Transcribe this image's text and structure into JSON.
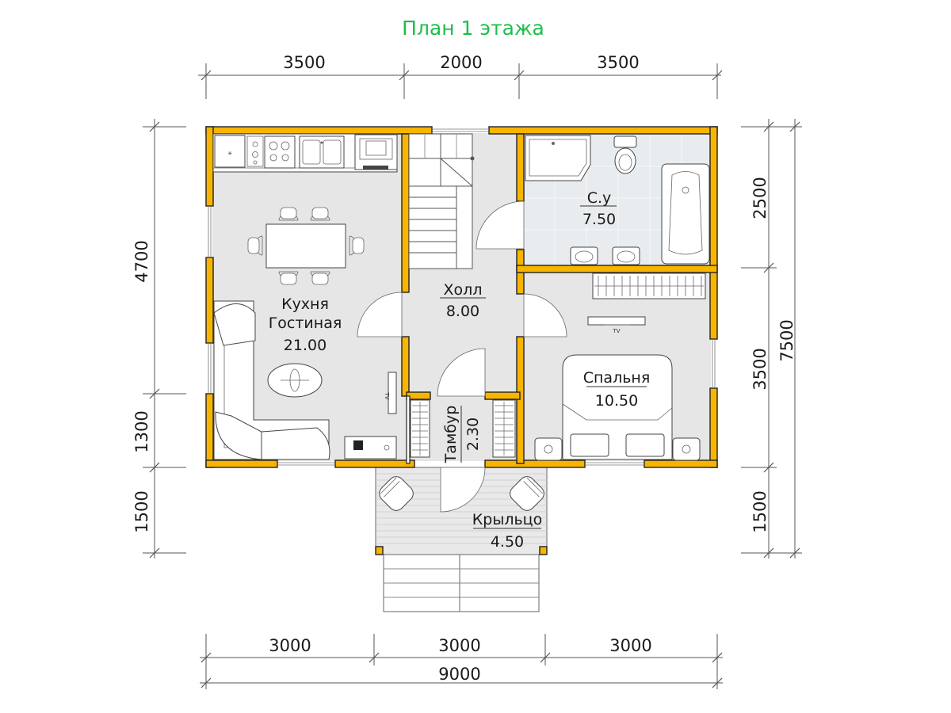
{
  "title": "План 1 этажа",
  "dimensions": {
    "top": [
      "3500",
      "2000",
      "3500"
    ],
    "bottom": [
      "3000",
      "3000",
      "3000"
    ],
    "total": "9000",
    "left": [
      "4700",
      "1300",
      "1500"
    ],
    "right": [
      "2500",
      "3500",
      "1500"
    ],
    "right_total": "7500"
  },
  "rooms": {
    "kitchen": {
      "name_line1": "Кухня",
      "name_line2": "Гостиная",
      "area": "21.00"
    },
    "bathroom": {
      "name": "С.у",
      "area": "7.50"
    },
    "hall": {
      "name": "Холл",
      "area": "8.00"
    },
    "bedroom": {
      "name": "Спальня",
      "area": "10.50"
    },
    "vestibule": {
      "name": "Тамбур",
      "area": "2.30"
    },
    "porch": {
      "name": "Крыльцо",
      "area": "4.50"
    }
  },
  "labels": {
    "tv": "TV"
  },
  "colors": {
    "wall": "#f7b500",
    "title": "#1bbf4a",
    "floor": "#e6e6e6"
  }
}
